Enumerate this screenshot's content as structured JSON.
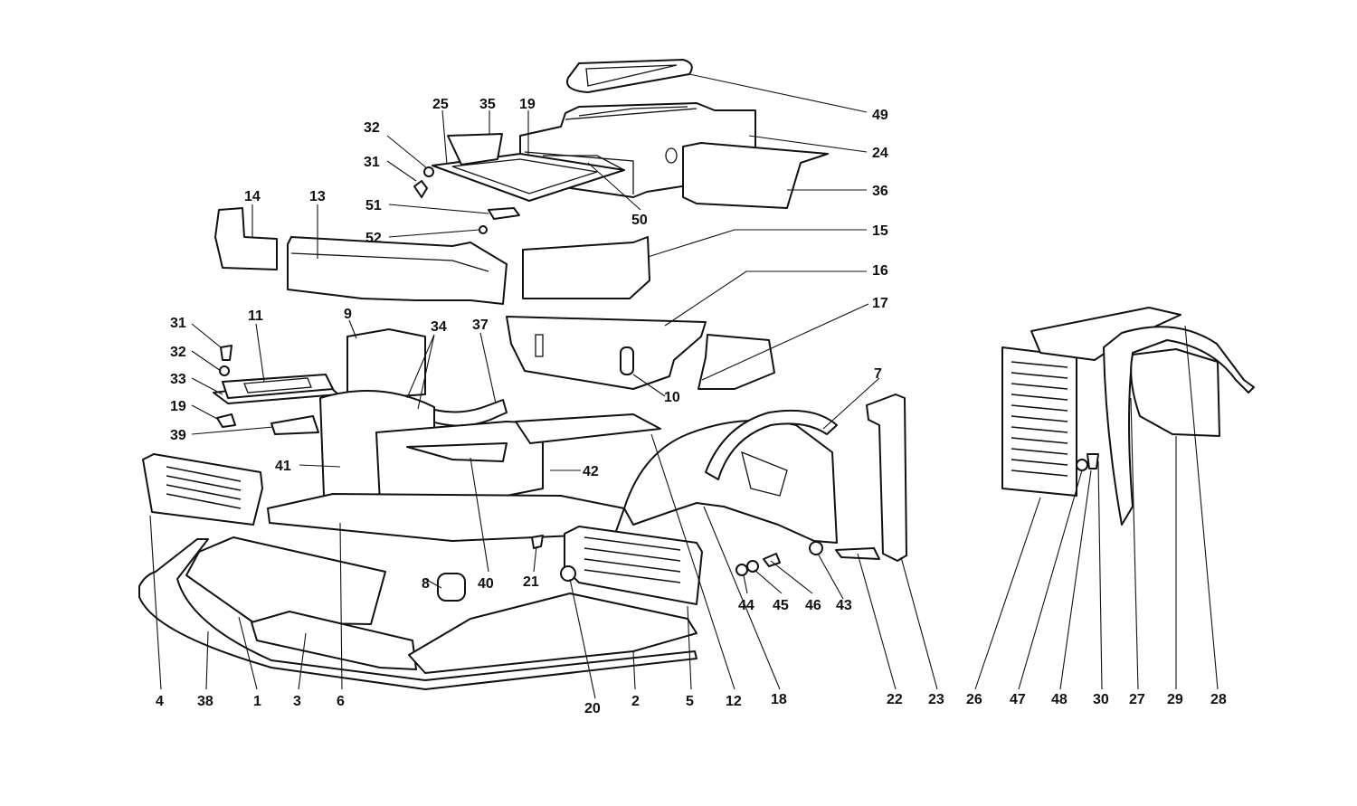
{
  "labels": [
    "49",
    "25",
    "35",
    "19",
    "24",
    "32",
    "31",
    "36",
    "50",
    "51",
    "52",
    "14",
    "13",
    "15",
    "16",
    "17",
    "9",
    "11",
    "31",
    "32",
    "33",
    "19",
    "39",
    "34",
    "37",
    "10",
    "7",
    "41",
    "42",
    "40",
    "4",
    "6",
    "21",
    "8",
    "43",
    "44",
    "45",
    "46",
    "38",
    "1",
    "3",
    "20",
    "2",
    "5",
    "12",
    "18",
    "22",
    "23",
    "26",
    "47",
    "48",
    "30",
    "27",
    "29",
    "28"
  ]
}
